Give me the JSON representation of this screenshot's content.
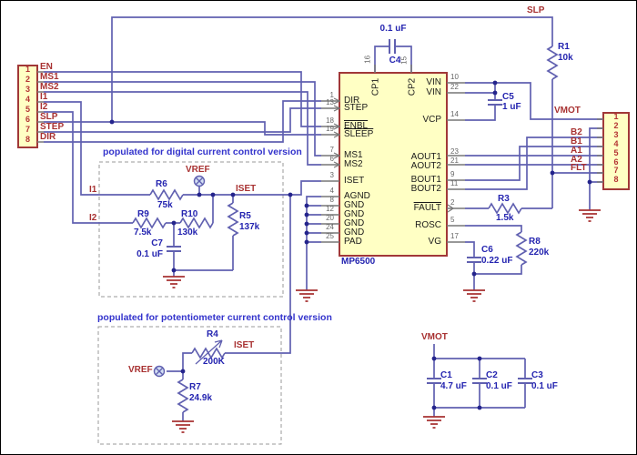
{
  "left_connector": {
    "pins": [
      "1",
      "2",
      "3",
      "4",
      "5",
      "6",
      "7",
      "8"
    ],
    "nets": [
      "EN",
      "MS1",
      "MS2",
      "I1",
      "I2",
      "SLP",
      "STEP",
      "DIR"
    ]
  },
  "right_connector": {
    "pins": [
      "1",
      "2",
      "3",
      "4",
      "5",
      "6",
      "7",
      "8"
    ],
    "nets": [
      "B2",
      "B1",
      "A1",
      "A2",
      "FLT"
    ]
  },
  "ic": {
    "name": "MP6500",
    "left_pins": [
      {
        "num": "1",
        "name": "DIR"
      },
      {
        "num": "13",
        "name": "STEP"
      },
      {
        "num": "18",
        "name": "ENBL"
      },
      {
        "num": "19",
        "name": "SLEEP"
      },
      {
        "num": "7",
        "name": "MS1"
      },
      {
        "num": "6",
        "name": "MS2"
      },
      {
        "num": "3",
        "name": "ISET"
      },
      {
        "num": "4",
        "name": "AGND"
      },
      {
        "num": "8",
        "name": "GND"
      },
      {
        "num": "12",
        "name": "GND"
      },
      {
        "num": "20",
        "name": "GND"
      },
      {
        "num": "24",
        "name": "GND"
      },
      {
        "num": "25",
        "name": "PAD"
      }
    ],
    "right_pins": [
      {
        "num": "10",
        "name": "VIN"
      },
      {
        "num": "22",
        "name": "VIN"
      },
      {
        "num": "14",
        "name": "VCP"
      },
      {
        "num": "23",
        "name": "AOUT1"
      },
      {
        "num": "21",
        "name": "AOUT2"
      },
      {
        "num": "9",
        "name": "BOUT1"
      },
      {
        "num": "11",
        "name": "BOUT2"
      },
      {
        "num": "2",
        "name": "FAULT"
      },
      {
        "num": "5",
        "name": "ROSC"
      },
      {
        "num": "17",
        "name": "VG"
      }
    ],
    "top_pins": [
      {
        "num": "16",
        "name": "CP1"
      },
      {
        "num": "15",
        "name": "CP2"
      }
    ]
  },
  "components": {
    "r1": {
      "ref": "R1",
      "value": "10k"
    },
    "r3": {
      "ref": "R3",
      "value": "1.5k"
    },
    "r4": {
      "ref": "R4",
      "value": "200K"
    },
    "r5": {
      "ref": "R5",
      "value": "137k"
    },
    "r6": {
      "ref": "R6",
      "value": "75k"
    },
    "r7": {
      "ref": "R7",
      "value": "24.9k"
    },
    "r8": {
      "ref": "R8",
      "value": "220k"
    },
    "r9": {
      "ref": "R9",
      "value": "7.5k"
    },
    "r10": {
      "ref": "R10",
      "value": "130k"
    },
    "c1": {
      "ref": "C1",
      "value": "4.7 uF"
    },
    "c2": {
      "ref": "C2",
      "value": "0.1 uF"
    },
    "c3": {
      "ref": "C3",
      "value": "0.1 uF"
    },
    "c4": {
      "ref": "C4",
      "value": "0.1 uF"
    },
    "c5": {
      "ref": "C5",
      "value": "1 uF"
    },
    "c6": {
      "ref": "C6",
      "value": "0.22 uF"
    },
    "c7": {
      "ref": "C7",
      "value": "0.1 uF"
    }
  },
  "nets": {
    "slp_top": "SLP",
    "vmot_header": "VMOT",
    "vmot_caps": "VMOT",
    "i1": "I1",
    "i2": "I2",
    "iset_digital": "ISET",
    "iset_pot": "ISET",
    "vref_digital": "VREF",
    "vref_pot": "VREF"
  },
  "boxes": {
    "digital_title": "populated for digital current control version",
    "pot_title": "populated for potentiometer current control version"
  }
}
